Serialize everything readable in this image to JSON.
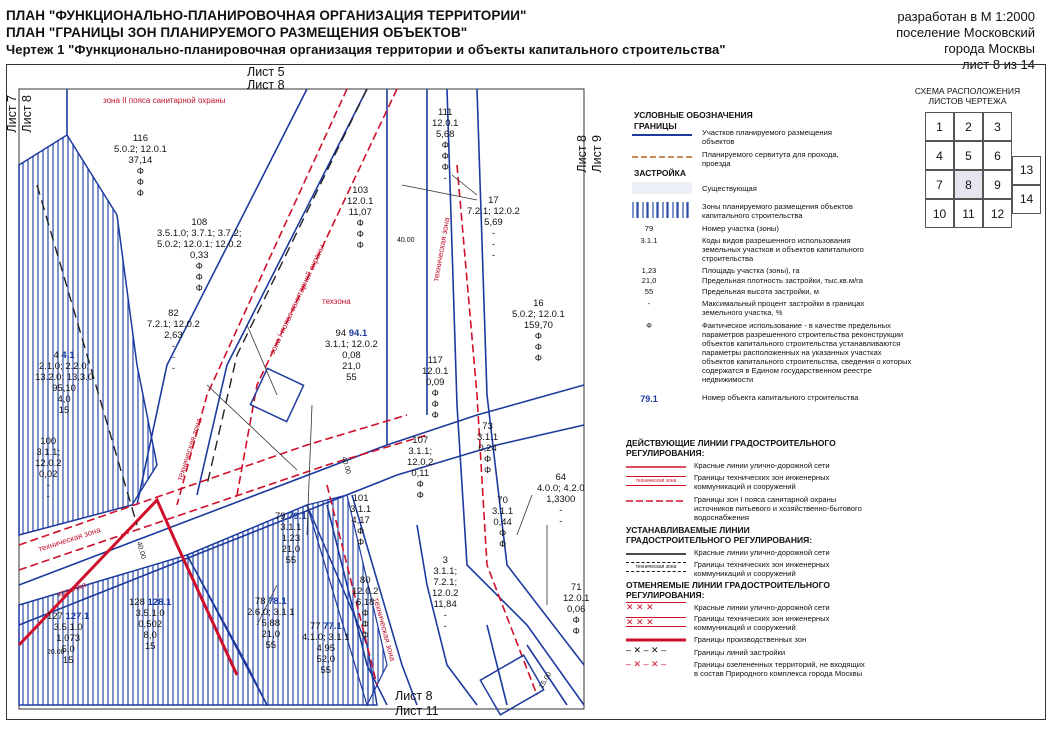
{
  "header": {
    "title1": "ПЛАН \"ФУНКЦИОНАЛЬНО-ПЛАНИРОВОЧНАЯ ОРГАНИЗАЦИЯ ТЕРРИТОРИИ\"",
    "title2": "ПЛАН \"ГРАНИЦЫ ЗОН ПЛАНИРУЕМОГО РАЗМЕЩЕНИЯ ОБЪЕКТОВ\"",
    "title3": "Чертеж 1 \"Функционально-планировочная организация территории и объекты капитального строительства\"",
    "scale_lines": [
      "разработан в М 1:2000",
      "поселение Московский",
      "города Москвы",
      "лист 8 из 14"
    ]
  },
  "sheets": {
    "top_prev": "Лист 5",
    "top_cur": "Лист 8",
    "left_prev": "Лист 7",
    "left_cur": "Лист 8",
    "right_cur": "Лист 8",
    "right_next": "Лист 9",
    "bottom_cur": "Лист 8",
    "bottom_next": "Лист 11"
  },
  "zone_labels": {
    "sanitary2": "зона II пояса санитарной охраны",
    "tech1": "техническая зона",
    "tech2": "техническая зона",
    "tech3": "техническая зона",
    "tech4": "техзона",
    "tech5": "техническая зона",
    "sanitary1": "зона I пояса санитарной охраны",
    "red": "красная",
    "width1": "40.00",
    "width2": "40.00",
    "width3": "40.00",
    "width4": "20.00",
    "width5": "15.00"
  },
  "plots": [
    {
      "rows": [
        "116",
        "5.0.2; 12.0.1",
        "37,14",
        "Ф",
        "Ф",
        "Ф"
      ]
    },
    {
      "rows": [
        "111",
        "12.0.1",
        "5,68",
        "Ф",
        "Ф",
        "Ф",
        "-"
      ]
    },
    {
      "rows": [
        "103",
        "12.0.1",
        "11,07",
        "Ф",
        "Ф",
        "Ф"
      ]
    },
    {
      "rows": [
        "17",
        "7.2.1; 12.0.2",
        "5,69",
        "-",
        "-",
        "-"
      ]
    },
    {
      "rows": [
        "108",
        "3.5.1.0; 3.7.1; 3.7.2;",
        "5.0.2; 12.0.1; 12.0.2",
        "0,33",
        "Ф",
        "Ф",
        "Ф"
      ]
    },
    {
      "rows": [
        "16",
        "5.0.2; 12.0.1",
        "159,70",
        "Ф",
        "Ф",
        "Ф"
      ]
    },
    {
      "rows": [
        "82",
        "7.2.1; 12.0.2",
        "2,63",
        "-",
        "-",
        "-"
      ]
    },
    {
      "rows": [
        "4.1",
        "2.1.0; 2.2.0;",
        "13.2.0; 13.3.0",
        "95,10",
        "4,0",
        "15"
      ],
      "objnum": "4"
    },
    {
      "rows": [
        "94.1",
        "3.1.1; 12.0.2",
        "0,08",
        "21,0",
        "55"
      ],
      "objnum": "94"
    },
    {
      "rows": [
        "117",
        "12.0.1",
        "0,09",
        "Ф",
        "Ф",
        "Ф"
      ]
    },
    {
      "rows": [
        "100",
        "3.1.1;",
        "12.0.2",
        "0,02",
        "-",
        "-"
      ]
    },
    {
      "rows": [
        "107",
        "3.1.1;",
        "12.0.2",
        "0,11",
        "Ф",
        "Ф"
      ]
    },
    {
      "rows": [
        "73",
        "3.1.1",
        "0,24",
        "Ф",
        "Ф"
      ]
    },
    {
      "rows": [
        "101",
        "3.1.1",
        "4,17",
        "Ф",
        "Ф"
      ]
    },
    {
      "rows": [
        "70",
        "3.1.1",
        "0,44",
        "Ф",
        "Ф"
      ]
    },
    {
      "rows": [
        "64",
        "4.0.0; 4.2.0",
        "1,3300",
        "-",
        "-"
      ]
    },
    {
      "rows": [
        "79.1",
        "3.1.1",
        "1,23",
        "21,0",
        "55"
      ],
      "objnum": "79"
    },
    {
      "rows": [
        "128.1",
        "3.5.1.0",
        "0,502",
        "8,0",
        "15"
      ],
      "objnum": "128"
    },
    {
      "rows": [
        "78.1",
        "2.6.0; 3.1.1",
        "5,88",
        "21,0",
        "55"
      ],
      "objnum": "78"
    },
    {
      "rows": [
        "80",
        "12.0.2",
        "6,18",
        "Ф",
        "Ф",
        "Ф"
      ]
    },
    {
      "rows": [
        "3",
        "3.1.1;",
        "7.2.1;",
        "12.0.2",
        "11,84",
        "-",
        "-"
      ]
    },
    {
      "rows": [
        "71",
        "12.0.1",
        "0,06",
        "Ф",
        "Ф"
      ]
    },
    {
      "rows": [
        "127.1",
        "3.5.1.0",
        "1,073",
        "5,0",
        "15"
      ],
      "objnum": "127"
    },
    {
      "rows": [
        "77.1",
        "4.1.0; 3.1.1",
        "4,95",
        "52,0",
        "55"
      ],
      "objnum": "77"
    }
  ],
  "legend": {
    "title": "УСЛОВНЫЕ ОБОЗНАЧЕНИЯ",
    "borders_head": "ГРАНИЦЫ",
    "border_plots": "Участков планируемого размещения объектов",
    "border_servitude": "Планируемого сервитута для прохода, проезда",
    "build_head": "ЗАСТРОЙКА",
    "existing": "Существующая",
    "zones_planned": "Зоны планируемого размещения объектов капитального строительства",
    "ex_num": "79",
    "ex_code": "3.1.1",
    "plot_number": "Номер участка (зоны)",
    "codes": "Коды видов разрешенного использования земельных участков и объектов капитального строительства",
    "ex_area": "1,23",
    "ex_density": "21,0",
    "ex_height": "55",
    "area": "Площадь участка (зоны), га",
    "density": "Предельная плотность застройки, тыс.кв.м/га",
    "height": "Предельная высота застройки, м",
    "ex_dash": "-",
    "max_percent": "Максимальный процент застройки в границах земельного участка, %",
    "ex_f": "Ф",
    "actual_use": "Фактическое использование - в качестве предельных параметров разрешенного строительства реконструкции объектов капитального строительства устанавливаются параметры расположенных на указанных участках объектов капитального строительства, сведения о которых содержатся в Едином государственном реестре недвижимости",
    "ex_obj": "79.1",
    "object_number": "Номер объекта капитального строительства",
    "act_head": "ДЕЙСТВУЮЩИЕ ЛИНИИ ГРАДОСТРОИТЕЛЬНОГО РЕГУЛИРОВАНИЯ:",
    "act_red": "Красные линии улично-дорожной сети",
    "act_tech": "Границы технических зон инженерных коммуникаций и сооружений",
    "act_tech_sym": "техническая зона",
    "act_san": "Границы зон I пояса санитарной охраны источников питьевого и хозяйственно-бытового водоснабжения",
    "set_head": "УСТАНАВЛИВАЕМЫЕ ЛИНИИ ГРАДОСТРОИТЕЛЬНОГО РЕГУЛИРОВАНИЯ:",
    "set_red": "Красные линии улично-дорожной сети",
    "set_tech": "Границы технических зон инженерных коммуникаций и сооружений",
    "set_tech_sym": "техническая зона",
    "cancel_head": "ОТМЕНЯЕМЫЕ ЛИНИИ ГРАДОСТРОИТЕЛЬНОГО РЕГУЛИРОВАНИЯ:",
    "cancel_red": "Красные линии улично-дорожной сети",
    "cancel_tech": "Границы технических зон инженерных коммуникаций и сооружений",
    "cancel_prod": "Границы производственных зон",
    "cancel_build": "Границы линий застройки",
    "cancel_green": "Границы озелененных территорий, не входящих в состав Природного комплекса города Москвы"
  },
  "scheme": {
    "title": "СХЕМА РАСПОЛОЖЕНИЯ ЛИСТОВ ЧЕРТЕЖА",
    "cells": [
      "1",
      "2",
      "3",
      "4",
      "5",
      "6",
      "7",
      "8",
      "9",
      "10",
      "11",
      "12",
      "13",
      "14"
    ],
    "active": "8"
  },
  "colors": {
    "blue_line": "#1d3a9e",
    "red_line": "#d0102b",
    "hatch": "#2a4aa8"
  }
}
